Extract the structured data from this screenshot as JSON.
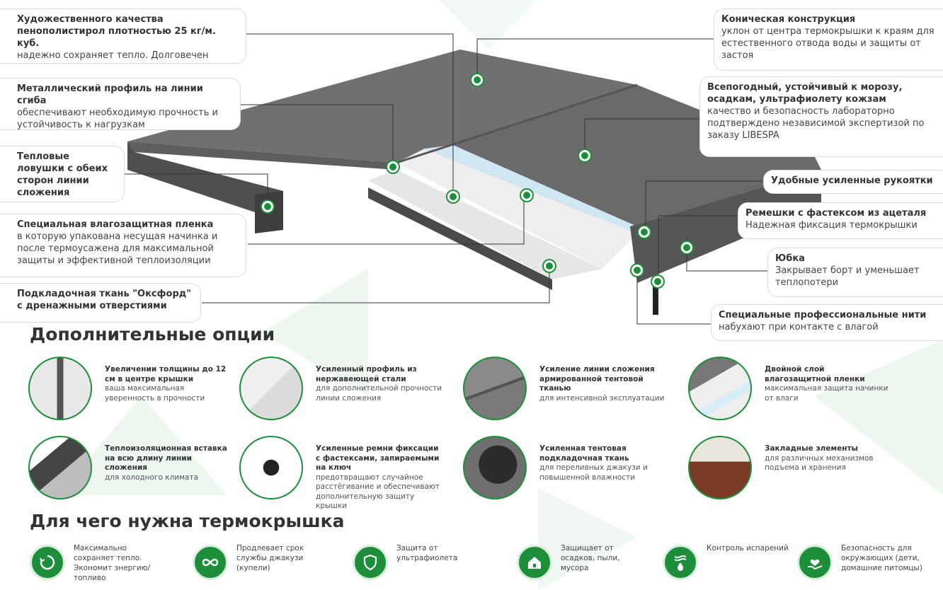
{
  "callouts": {
    "foam": {
      "title": "Художественного качества пенополистирол плотностью 25 кг/м. куб.",
      "text": "надежно сохраняет тепло. Долговечен"
    },
    "profile": {
      "title": "Металлический профиль на линии сгиба",
      "text": "обеспечивают необходимую прочность и устойчивость к нагрузкам"
    },
    "heat_traps": {
      "title": "Тепловые ловушки с обеих сторон линии сложения",
      "text": ""
    },
    "film": {
      "title": "Специальная влагозащитная пленка",
      "text": "в которую упакована несущая начинка и после термоусажена для максимальной защиты и эффективной теплоизоляции"
    },
    "oxford": {
      "title": "Подкладочная ткань \"Оксфорд\" с дренажными отверстиями",
      "text": ""
    },
    "conic": {
      "title": "Коническая конструкция",
      "text": "уклон от центра термокрышки к краям для естественного отвода воды и защиты от застоя"
    },
    "leather": {
      "title": "Всепогодный, устойчивый к морозу, осадкам, ультрафиолету кожзам",
      "text": "качество и безопасность лабораторно подтверждено независимой экспертизой по заказу LIBESPA"
    },
    "handles": {
      "title": "Удобные усиленные рукоятки",
      "text": ""
    },
    "straps": {
      "title": "Ремешки с фастексом из ацеталя",
      "text": "Надежная фиксация термокрышки"
    },
    "skirt": {
      "title": "Юбка",
      "text": "Закрывает борт и уменьшает теплопотери"
    },
    "threads": {
      "title": "Специальные профессиональные нити",
      "text": "набухают при контакте с влагой"
    }
  },
  "options_heading": "Дополнительные опции",
  "options": [
    {
      "title": "Увеличении толщины до 12 см в центре крышки",
      "text": "ваша максимальная уверенность в прочности"
    },
    {
      "title": "Усиленный профиль из нержавеющей стали",
      "text": "для дополнительной прочности линии сложения"
    },
    {
      "title": "Усиление линии сложения армированной тентовой тканью",
      "text": "для интенсивной эксплуатации"
    },
    {
      "title": "Двойной слой влагозащитной пленки",
      "text": "максимальная защита начинки от влаги"
    },
    {
      "title": "Теплоизоляционная вставка на всю длину линии сложения",
      "text": "для холодного климата"
    },
    {
      "title": "Усиленные ремни фиксации с фастексами, запираемыми на ключ",
      "text": "предотвращают случайное расстёгивание и обеспечивают дополнительную защиту крышки"
    },
    {
      "title": "Усиленная тентовая подкладочная ткань",
      "text": "для переливных джакузи и повышенной влажности"
    },
    {
      "title": "Закладные элементы",
      "text": "для различных механизмов подъема и хранения"
    }
  ],
  "why_heading": "Для чего нужна термокрышка",
  "why": [
    {
      "icon": "recycle-icon",
      "text": "Максимально сохраняет тепло. Экономит энергию/топливо"
    },
    {
      "icon": "infinity-icon",
      "text": "Продлевает срок службы джакузи (купели)"
    },
    {
      "icon": "shield-icon",
      "text": "Защита от ультрафиолета"
    },
    {
      "icon": "house-icon",
      "text": "Защищает от осадков, пыли, мусора"
    },
    {
      "icon": "evaporation-icon",
      "text": "Контроль испарений"
    },
    {
      "icon": "heart-hand-icon",
      "text": "Безопасность для окружающих (дети, домашние питомцы)"
    }
  ],
  "colors": {
    "accent": "#1d8f3a",
    "cover": "#6b6b6b",
    "foam": "#f1f1f1"
  }
}
